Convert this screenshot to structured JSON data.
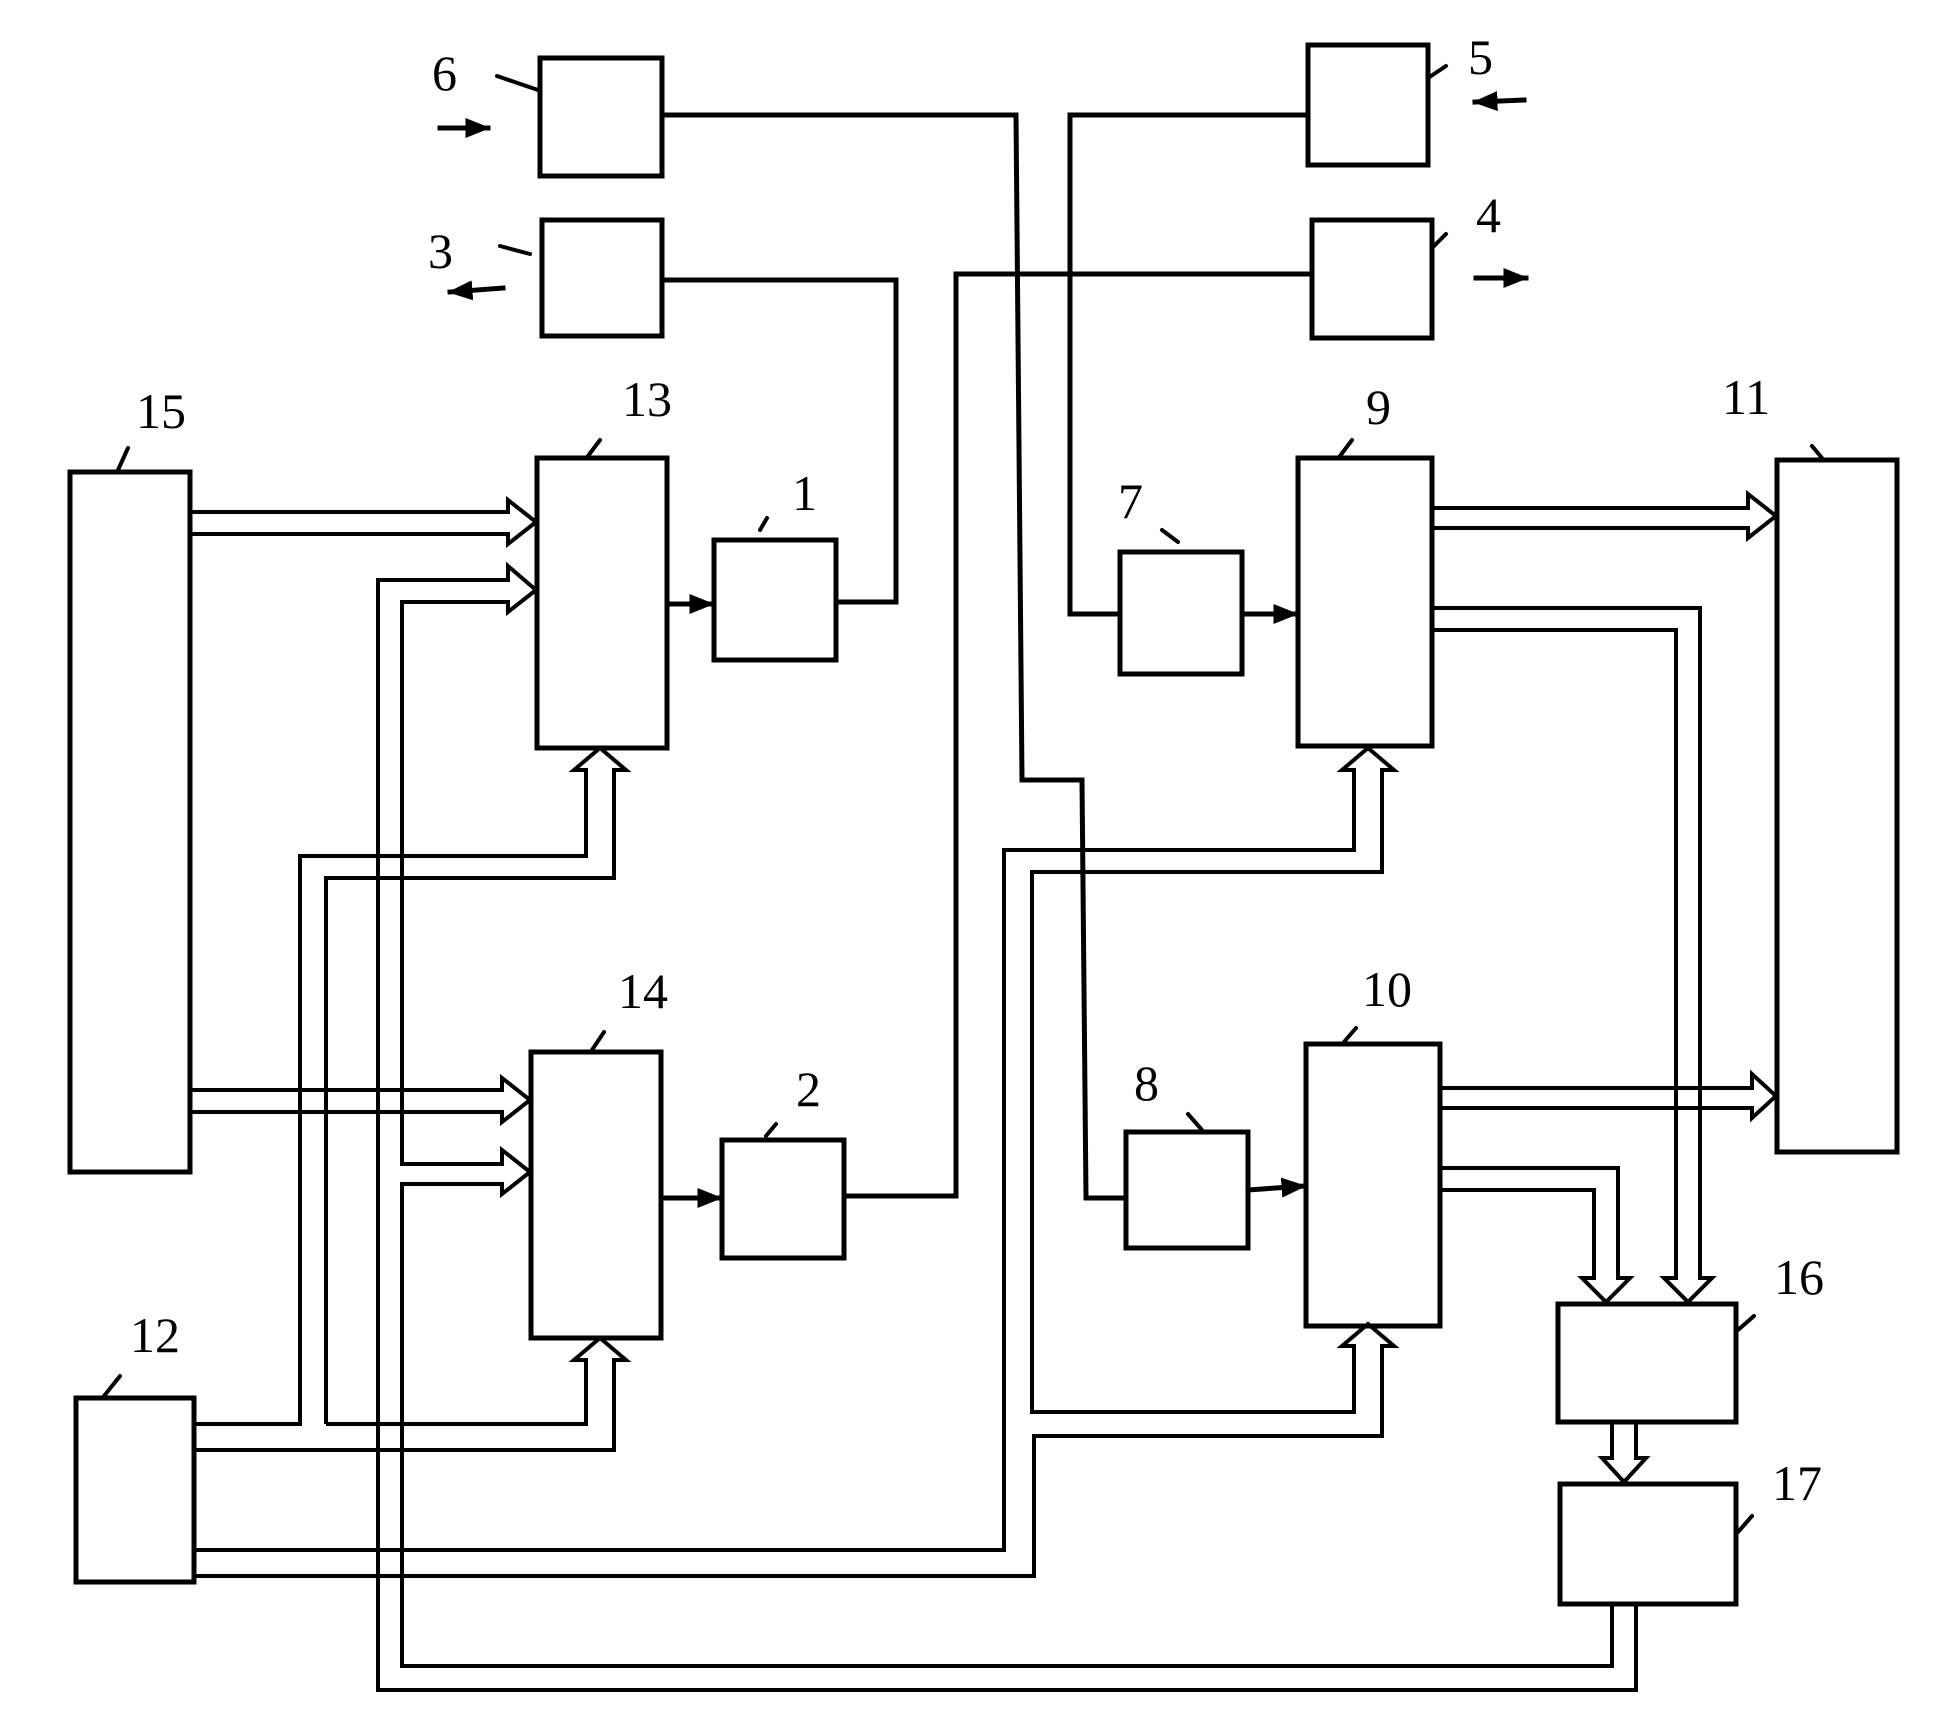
{
  "blocks": {
    "b1": "1",
    "b2": "2",
    "b3": "3",
    "b4": "4",
    "b5": "5",
    "b6": "6",
    "b7": "7",
    "b8": "8",
    "b9": "9",
    "b10": "10",
    "b11": "11",
    "b12": "12",
    "b13": "13",
    "b14": "14",
    "b15": "15",
    "b16": "16",
    "b17": "17"
  }
}
